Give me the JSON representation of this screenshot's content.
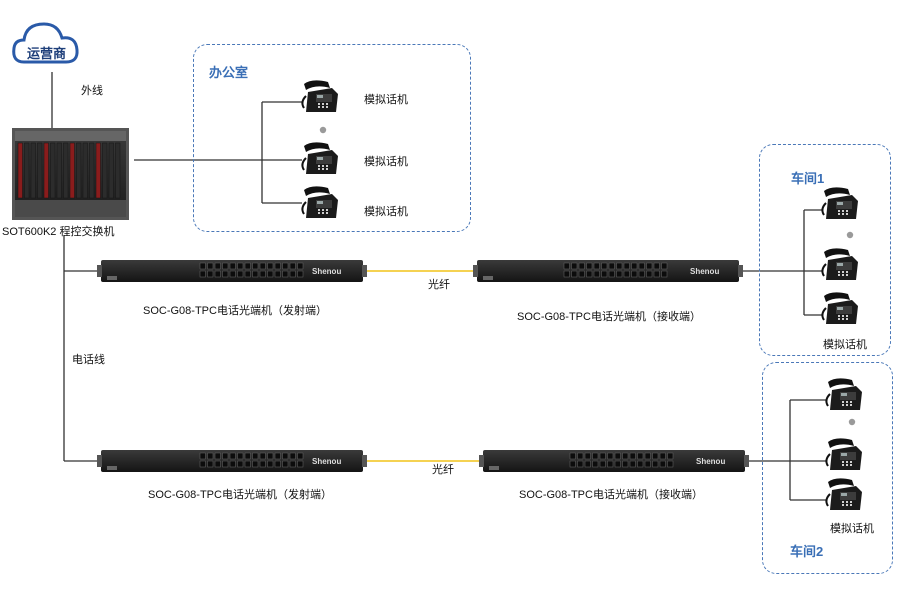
{
  "carrier": {
    "label": "运营商"
  },
  "outside_line": {
    "label": "外线"
  },
  "pbx": {
    "label": "SOT600K2 程控交换机"
  },
  "phone_line": {
    "label": "电话线"
  },
  "office": {
    "title": "办公室",
    "phone_labels": [
      "模拟话机",
      "模拟话机",
      "模拟话机"
    ]
  },
  "workshop1": {
    "title": "车间1",
    "phone_label": "模拟话机"
  },
  "workshop2": {
    "title": "车间2",
    "phone_label": "模拟话机"
  },
  "links": [
    {
      "transmitter_label": "SOC-G08-TPC电话光端机（发射端）",
      "receiver_label": "SOC-G08-TPC电话光端机（接收端）",
      "fiber_label": "光纤"
    },
    {
      "transmitter_label": "SOC-G08-TPC电话光端机（发射端）",
      "receiver_label": "SOC-G08-TPC电话光端机（接收端）",
      "fiber_label": "光纤"
    }
  ],
  "device_brand": "Shenou",
  "colors": {
    "cable": "#333333",
    "fiber": "#f2c418",
    "zone_border": "#4a78b8",
    "zone_title": "#3a6fb6"
  }
}
